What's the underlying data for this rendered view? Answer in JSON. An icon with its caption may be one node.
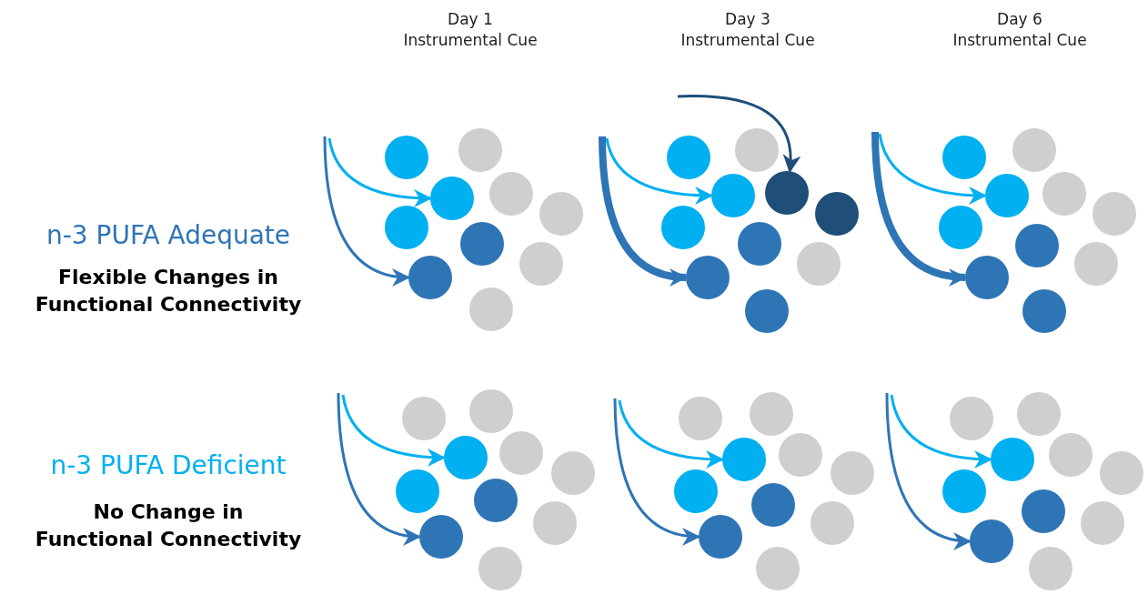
{
  "diagram": {
    "nodes": [
      {
        "text": [],
        "shape": "circle"
      },
      {
        "text": [],
        "shape": "circle"
      },
      {
        "text": [],
        "shape": "circle"
      },
      {
        "text": [],
        "shape": "circle"
      },
      {
        "text": [],
        "shape": "circle"
      },
      {
        "text": [],
        "shape": "circle"
      },
      {
        "text": [],
        "shape": "circle"
      },
      {
        "text": [],
        "shape": "circle"
      },
      {
        "text": [],
        "shape": "circle"
      },
      {
        "text": [],
        "shape": "circle"
      },
      {
        "text": [],
        "shape": "circle"
      },
      {
        "text": [],
        "shape": "circle"
      },
      {
        "text": [],
        "shape": "circle"
      },
      {
        "text": [],
        "shape": "circle"
      },
      {
        "text": [],
        "shape": "circle"
      },
      {
        "text": [],
        "shape": "circle"
      },
      {
        "text": [],
        "shape": "circle"
      },
      {
        "text": [],
        "shape": "circle"
      },
      {
        "text": [],
        "shape": "circle"
      },
      {
        "text": [],
        "shape": "circle"
      },
      {
        "text": [],
        "shape": "circle"
      },
      {
        "text": [],
        "shape": "circle"
      },
      {
        "text": [],
        "shape": "circle"
      },
      {
        "text": [],
        "shape": "circle"
      },
      {
        "text": [],
        "shape": "circle"
      },
      {
        "text": [],
        "shape": "circle"
      },
      {
        "text": [],
        "shape": "circle"
      },
      {
        "text": [],
        "shape": "circle"
      },
      {
        "text": [],
        "shape": "circle"
      },
      {
        "text": [],
        "shape": "circle"
      },
      {
        "text": [],
        "shape": "circle"
      },
      {
        "text": [],
        "shape": "circle"
      },
      {
        "text": [],
        "shape": "circle"
      },
      {
        "text": [],
        "shape": "circle"
      },
      {
        "text": [],
        "shape": "circle"
      },
      {
        "text": [],
        "shape": "circle"
      },
      {
        "text": [],
        "shape": "circle"
      },
      {
        "text": [],
        "shape": "circle"
      },
      {
        "text": [],
        "shape": "circle"
      },
      {
        "text": [],
        "shape": "circle"
      },
      {
        "text": [],
        "shape": "circle"
      },
      {
        "text": [],
        "shape": "circle"
      },
      {
        "text": [],
        "shape": "circle"
      },
      {
        "text": [],
        "shape": "circle"
      },
      {
        "text": [],
        "shape": "circle"
      },
      {
        "text": [],
        "shape": "circle"
      },
      {
        "text": [],
        "shape": "circle"
      },
      {
        "text": [],
        "shape": "circle"
      },
      {
        "text": [],
        "shape": "circle"
      },
      {
        "text": [],
        "shape": "circle"
      },
      {
        "text": [],
        "shape": "circle"
      },
      {
        "text": [],
        "shape": "circle"
      },
      {
        "text": [],
        "shape": "circle"
      },
      {
        "text": [],
        "shape": "circle"
      },
      {
        "text": [],
        "shape": "circle"
      },
      {
        "text": [],
        "shape": "circle"
      },
      {
        "text": [],
        "shape": "circle"
      },
      {
        "text": [],
        "shape": "circle"
      },
      {
        "text": [],
        "shape": "circle"
      },
      {
        "text": [],
        "shape": "circle"
      }
    ],
    "edges": [
      {
        "from": null,
        "to": 3,
        "arrow": "to",
        "color": "#00b0f0"
      },
      {
        "from": null,
        "to": 8,
        "arrow": "to",
        "color": "#2e75b6"
      },
      {
        "from": null,
        "to": 13,
        "arrow": "to",
        "color": "#00b0f0"
      },
      {
        "from": null,
        "to": 18,
        "arrow": "to",
        "color": "#2e75b6",
        "style": "thick"
      },
      {
        "from": null,
        "to": 12,
        "arrow": "to",
        "color": "#1f4e79"
      },
      {
        "from": null,
        "to": 23,
        "arrow": "to",
        "color": "#00b0f0"
      },
      {
        "from": null,
        "to": 28,
        "arrow": "to",
        "color": "#2e75b6",
        "style": "thick"
      },
      {
        "from": null,
        "to": 33,
        "arrow": "to",
        "color": "#00b0f0"
      },
      {
        "from": null,
        "to": 38,
        "arrow": "to",
        "color": "#2e75b6"
      },
      {
        "from": null,
        "to": 43,
        "arrow": "to",
        "color": "#00b0f0"
      },
      {
        "from": null,
        "to": 48,
        "arrow": "to",
        "color": "#2e75b6"
      },
      {
        "from": null,
        "to": 53,
        "arrow": "to",
        "color": "#00b0f0"
      },
      {
        "from": null,
        "to": 58,
        "arrow": "to",
        "color": "#2e75b6"
      }
    ],
    "labels": [
      "Day 1 Instrumental Cue",
      "Day 3 Instrumental Cue",
      "Day 6 Instrumental Cue",
      "n-3 PUFA Adequate",
      "Flexible Changes in Functional Connectivity",
      "n-3 PUFA Deficient",
      "No Change in Functional Connectivity"
    ]
  }
}
